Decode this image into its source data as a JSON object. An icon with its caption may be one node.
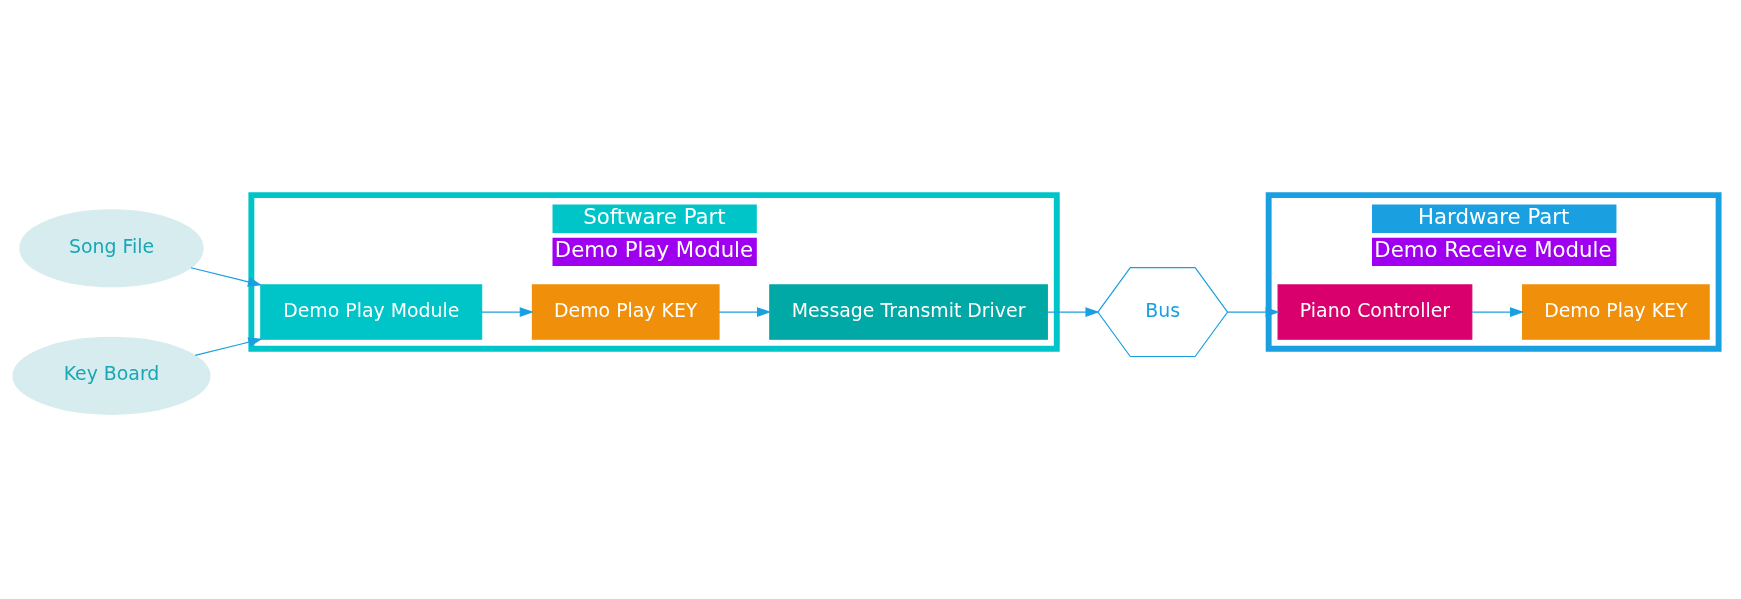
{
  "diagram": {
    "nodes": [
      {
        "text": [
          "Song File"
        ]
      },
      {
        "text": [
          "Key Board"
        ]
      },
      {
        "text": [
          "Software Part",
          "Demo Play Module"
        ]
      },
      {
        "text": [
          "Demo Play Module"
        ],
        "in": 2
      },
      {
        "text": [
          "Demo Play KEY"
        ],
        "in": 2
      },
      {
        "text": [
          "Message Transmit Driver"
        ],
        "in": 2
      },
      {
        "text": [
          "Bus"
        ]
      },
      {
        "text": [
          "Hardware Part",
          "Demo Receive Module"
        ]
      },
      {
        "text": [
          "Piano Controller"
        ],
        "in": 7
      },
      {
        "text": [
          "Demo Play KEY"
        ],
        "in": 7
      }
    ],
    "edges": [
      {
        "from": 0,
        "to": 3,
        "arrow": "to"
      },
      {
        "from": 1,
        "to": 3,
        "arrow": "to"
      },
      {
        "from": 3,
        "to": 4,
        "arrow": "to"
      },
      {
        "from": 4,
        "to": 5,
        "arrow": "to"
      },
      {
        "from": 5,
        "to": 6,
        "arrow": "to"
      },
      {
        "from": 6,
        "to": 8,
        "arrow": "to"
      },
      {
        "from": 8,
        "to": 9,
        "arrow": "to"
      }
    ]
  }
}
